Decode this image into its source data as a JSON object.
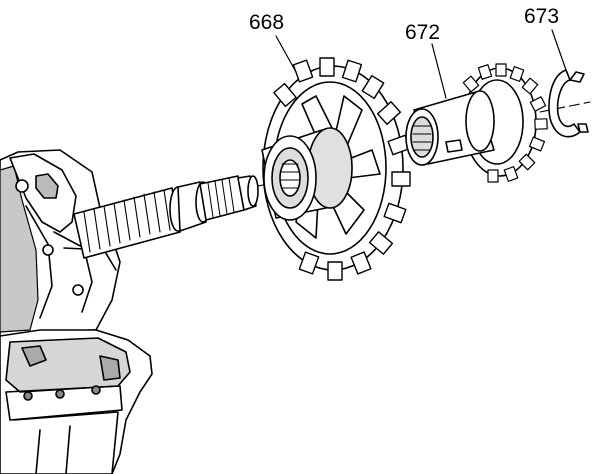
{
  "diagram": {
    "callouts": [
      {
        "id": "668",
        "text": "668"
      },
      {
        "id": "672",
        "text": "672"
      },
      {
        "id": "673",
        "text": "673"
      }
    ]
  },
  "colors": {
    "ink": "#000000",
    "paper": "#ffffff",
    "shade": "#b8b8b8"
  }
}
